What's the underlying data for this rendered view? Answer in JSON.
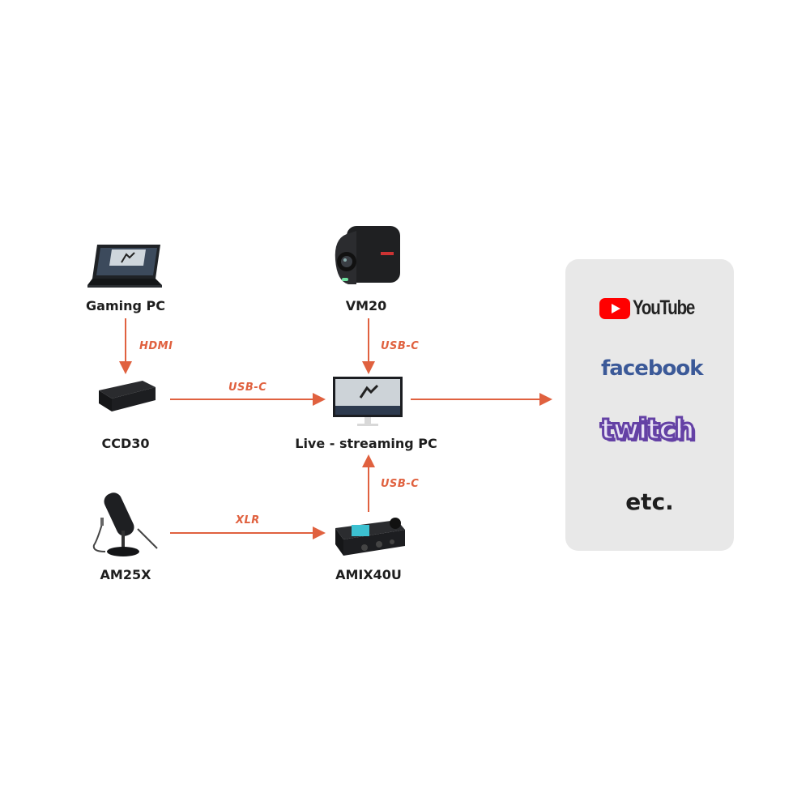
{
  "nodes": {
    "gaming_pc": {
      "label": "Gaming PC",
      "icon": "laptop-icon"
    },
    "vm20": {
      "label": "VM20",
      "icon": "camera-icon"
    },
    "ccd30": {
      "label": "CCD30",
      "icon": "capture-card-icon"
    },
    "streaming_pc": {
      "label": "Live - streaming PC",
      "icon": "monitor-icon"
    },
    "am25x": {
      "label": "AM25X",
      "icon": "microphone-icon"
    },
    "amix40u": {
      "label": "AMIX40U",
      "icon": "audio-mixer-icon"
    }
  },
  "connections": {
    "gaming_to_ccd30": "HDMI",
    "vm20_to_pc": "USB-C",
    "ccd30_to_pc": "USB-C",
    "amix_to_pc": "USB-C",
    "am25x_to_amix": "XLR"
  },
  "platforms": {
    "youtube": "YouTube",
    "facebook": "facebook",
    "twitch": "twitch",
    "etc": "etc."
  },
  "colors": {
    "arrow": "#e0613f",
    "panel": "#e8e8e8",
    "youtube_red": "#ff0000",
    "facebook_blue": "#3b5998",
    "twitch_purple": "#6441a5"
  }
}
